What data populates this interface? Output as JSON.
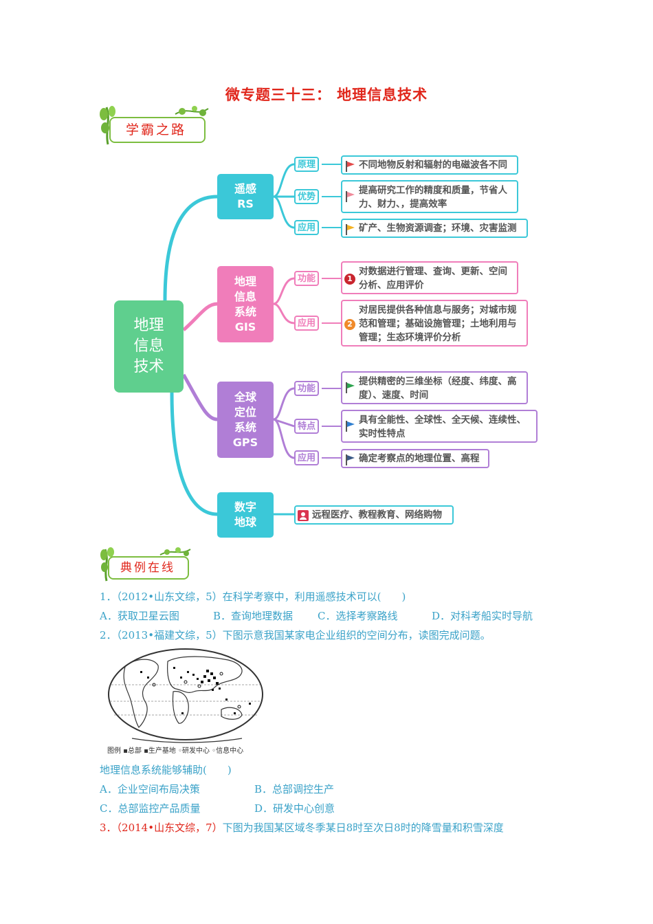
{
  "title": "微专题三十三： 地理信息技术",
  "badges": {
    "road": "学霸之路",
    "examples": "典例在线"
  },
  "center_label": [
    "地理",
    "信息",
    "技术"
  ],
  "branches": {
    "rs": {
      "label": [
        "遥感",
        "RS"
      ],
      "items": [
        {
          "tag": "原理",
          "text": "不同地物反射和辐射的电磁波各不同"
        },
        {
          "tag": "优势",
          "text": "提高研究工作的精度和质量，节省人力、财力、，提高效率"
        },
        {
          "tag": "应用",
          "text": "矿产、生物资源调查；环境、灾害监测"
        }
      ]
    },
    "gis": {
      "label": [
        "地理",
        "信息",
        "系统",
        "GIS"
      ],
      "items": [
        {
          "tag": "功能",
          "num": "1",
          "text": "对数据进行管理、查询、更新、空间分析、应用评价"
        },
        {
          "tag": "应用",
          "num": "2",
          "text": "对居民提供各种信息与服务；对城市规范和管理；基础设施管理；土地利用与管理；生态环境评价分析"
        }
      ]
    },
    "gps": {
      "label": [
        "全球",
        "定位",
        "系统",
        "GPS"
      ],
      "items": [
        {
          "tag": "功能",
          "text": "提供精密的三维坐标（经度、纬度、高度）、速度、时间"
        },
        {
          "tag": "特点",
          "text": "具有全能性、全球性、全天候、连续性、实时性特点"
        },
        {
          "tag": "应用",
          "text": "确定考察点的地理位置、高程"
        }
      ]
    },
    "de": {
      "label": [
        "数字",
        "地球"
      ],
      "items": [
        {
          "text": "远程医疗、教程教育、网络购物"
        }
      ]
    }
  },
  "questions": {
    "q1": {
      "stem": "1．（2012•山东文综，5）在科学考察中，利用遥感技术可以(　　)",
      "options": [
        "A．获取卫星云图",
        "B．查询地理数据",
        "C．选择考察路线",
        "D．对科考船实时导航"
      ]
    },
    "q2": {
      "stem": "2．（2013•福建文综，5）下图示意我国某家电企业组织的空间分布，读图完成问题。",
      "legend": "图例 ▪总部 ▪生产基地 ◦研发中心 ◦信息中心",
      "sub": "地理信息系统能够辅助(　　)",
      "options": [
        "A．企业空间布局决策",
        "B．总部调控生产",
        "C．总部监控产品质量",
        "D．研发中心创意"
      ]
    },
    "q3": {
      "prefix": "3．（2014•山东文综，7）",
      "rest": "下图为我国某区域冬季某日8时至次日8时的降雪量和积雪深度"
    }
  }
}
